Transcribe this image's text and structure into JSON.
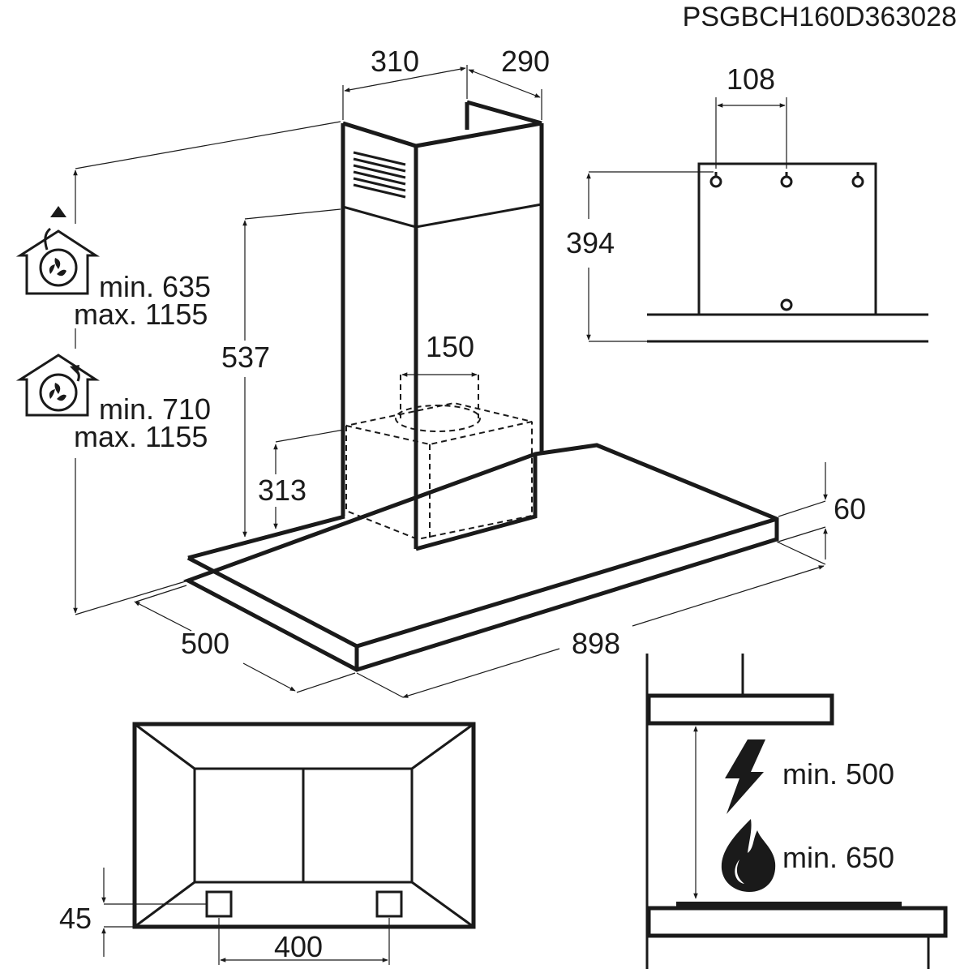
{
  "model_code": "PSGBCH160D363028",
  "dimensions": {
    "chimney_width": "310",
    "chimney_depth": "290",
    "bracket_spacing": "108",
    "bracket_height": "394",
    "chimney_lower": "537",
    "outlet_diameter": "150",
    "filter_box_height": "313",
    "hood_thickness": "60",
    "hood_depth": "500",
    "hood_width": "898",
    "bottom_offset": "45",
    "bottom_spacing": "400"
  },
  "ducted_mode": {
    "icon": "ducted-extraction-icon",
    "min": "min. 635",
    "max": "max. 1155"
  },
  "recirculation_mode": {
    "icon": "recirculation-icon",
    "min": "min. 710",
    "max": "max. 1155"
  },
  "clearances": {
    "electric": {
      "icon": "lightning-icon",
      "label": "min. 500"
    },
    "gas": {
      "icon": "flame-icon",
      "label": "min. 650"
    }
  }
}
